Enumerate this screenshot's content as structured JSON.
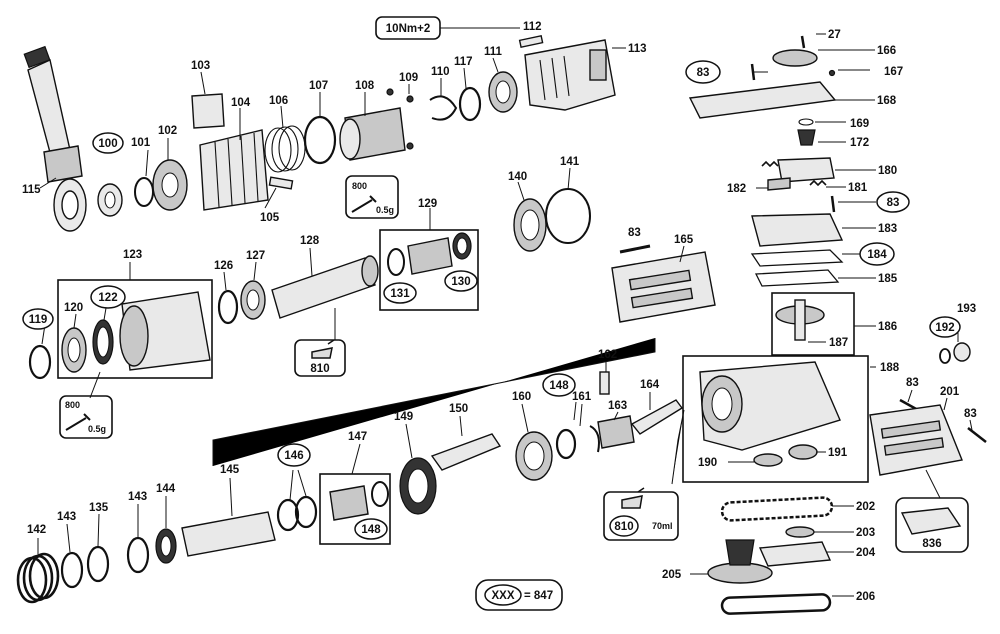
{
  "torque_note": "10Nm+2",
  "grease_800": {
    "amount": "800",
    "weight": "0.5g"
  },
  "grease_810": {
    "code": "810",
    "volume": "70ml"
  },
  "grease_810_top": {
    "code": "810"
  },
  "kit_836": {
    "code": "836"
  },
  "legend": {
    "code": "XXX",
    "equals": "= 847"
  },
  "parts": {
    "p27": "27",
    "p83": "83",
    "p100": "100",
    "p101": "101",
    "p102": "102",
    "p103": "103",
    "p104": "104",
    "p105": "105",
    "p106": "106",
    "p107": "107",
    "p108": "108",
    "p109": "109",
    "p110": "110",
    "p111": "111",
    "p112": "112",
    "p113": "113",
    "p115": "115",
    "p117": "117",
    "p119": "119",
    "p120": "120",
    "p122": "122",
    "p123": "123",
    "p126": "126",
    "p127": "127",
    "p128": "128",
    "p129": "129",
    "p130": "130",
    "p131": "131",
    "p135": "135",
    "p140": "140",
    "p141": "141",
    "p142": "142",
    "p143": "143",
    "p144": "144",
    "p145": "145",
    "p146": "146",
    "p147": "147",
    "p148": "148",
    "p149": "149",
    "p150": "150",
    "p160": "160",
    "p161": "161",
    "p162": "162",
    "p163": "163",
    "p164": "164",
    "p165": "165",
    "p166": "166",
    "p167": "167",
    "p168": "168",
    "p169": "169",
    "p172": "172",
    "p180": "180",
    "p181": "181",
    "p182": "182",
    "p183": "183",
    "p184": "184",
    "p185": "185",
    "p186": "186",
    "p187": "187",
    "p188": "188",
    "p190": "190",
    "p191": "191",
    "p192": "192",
    "p193": "193",
    "p201": "201",
    "p202": "202",
    "p203": "203",
    "p204": "204",
    "p205": "205",
    "p206": "206"
  }
}
